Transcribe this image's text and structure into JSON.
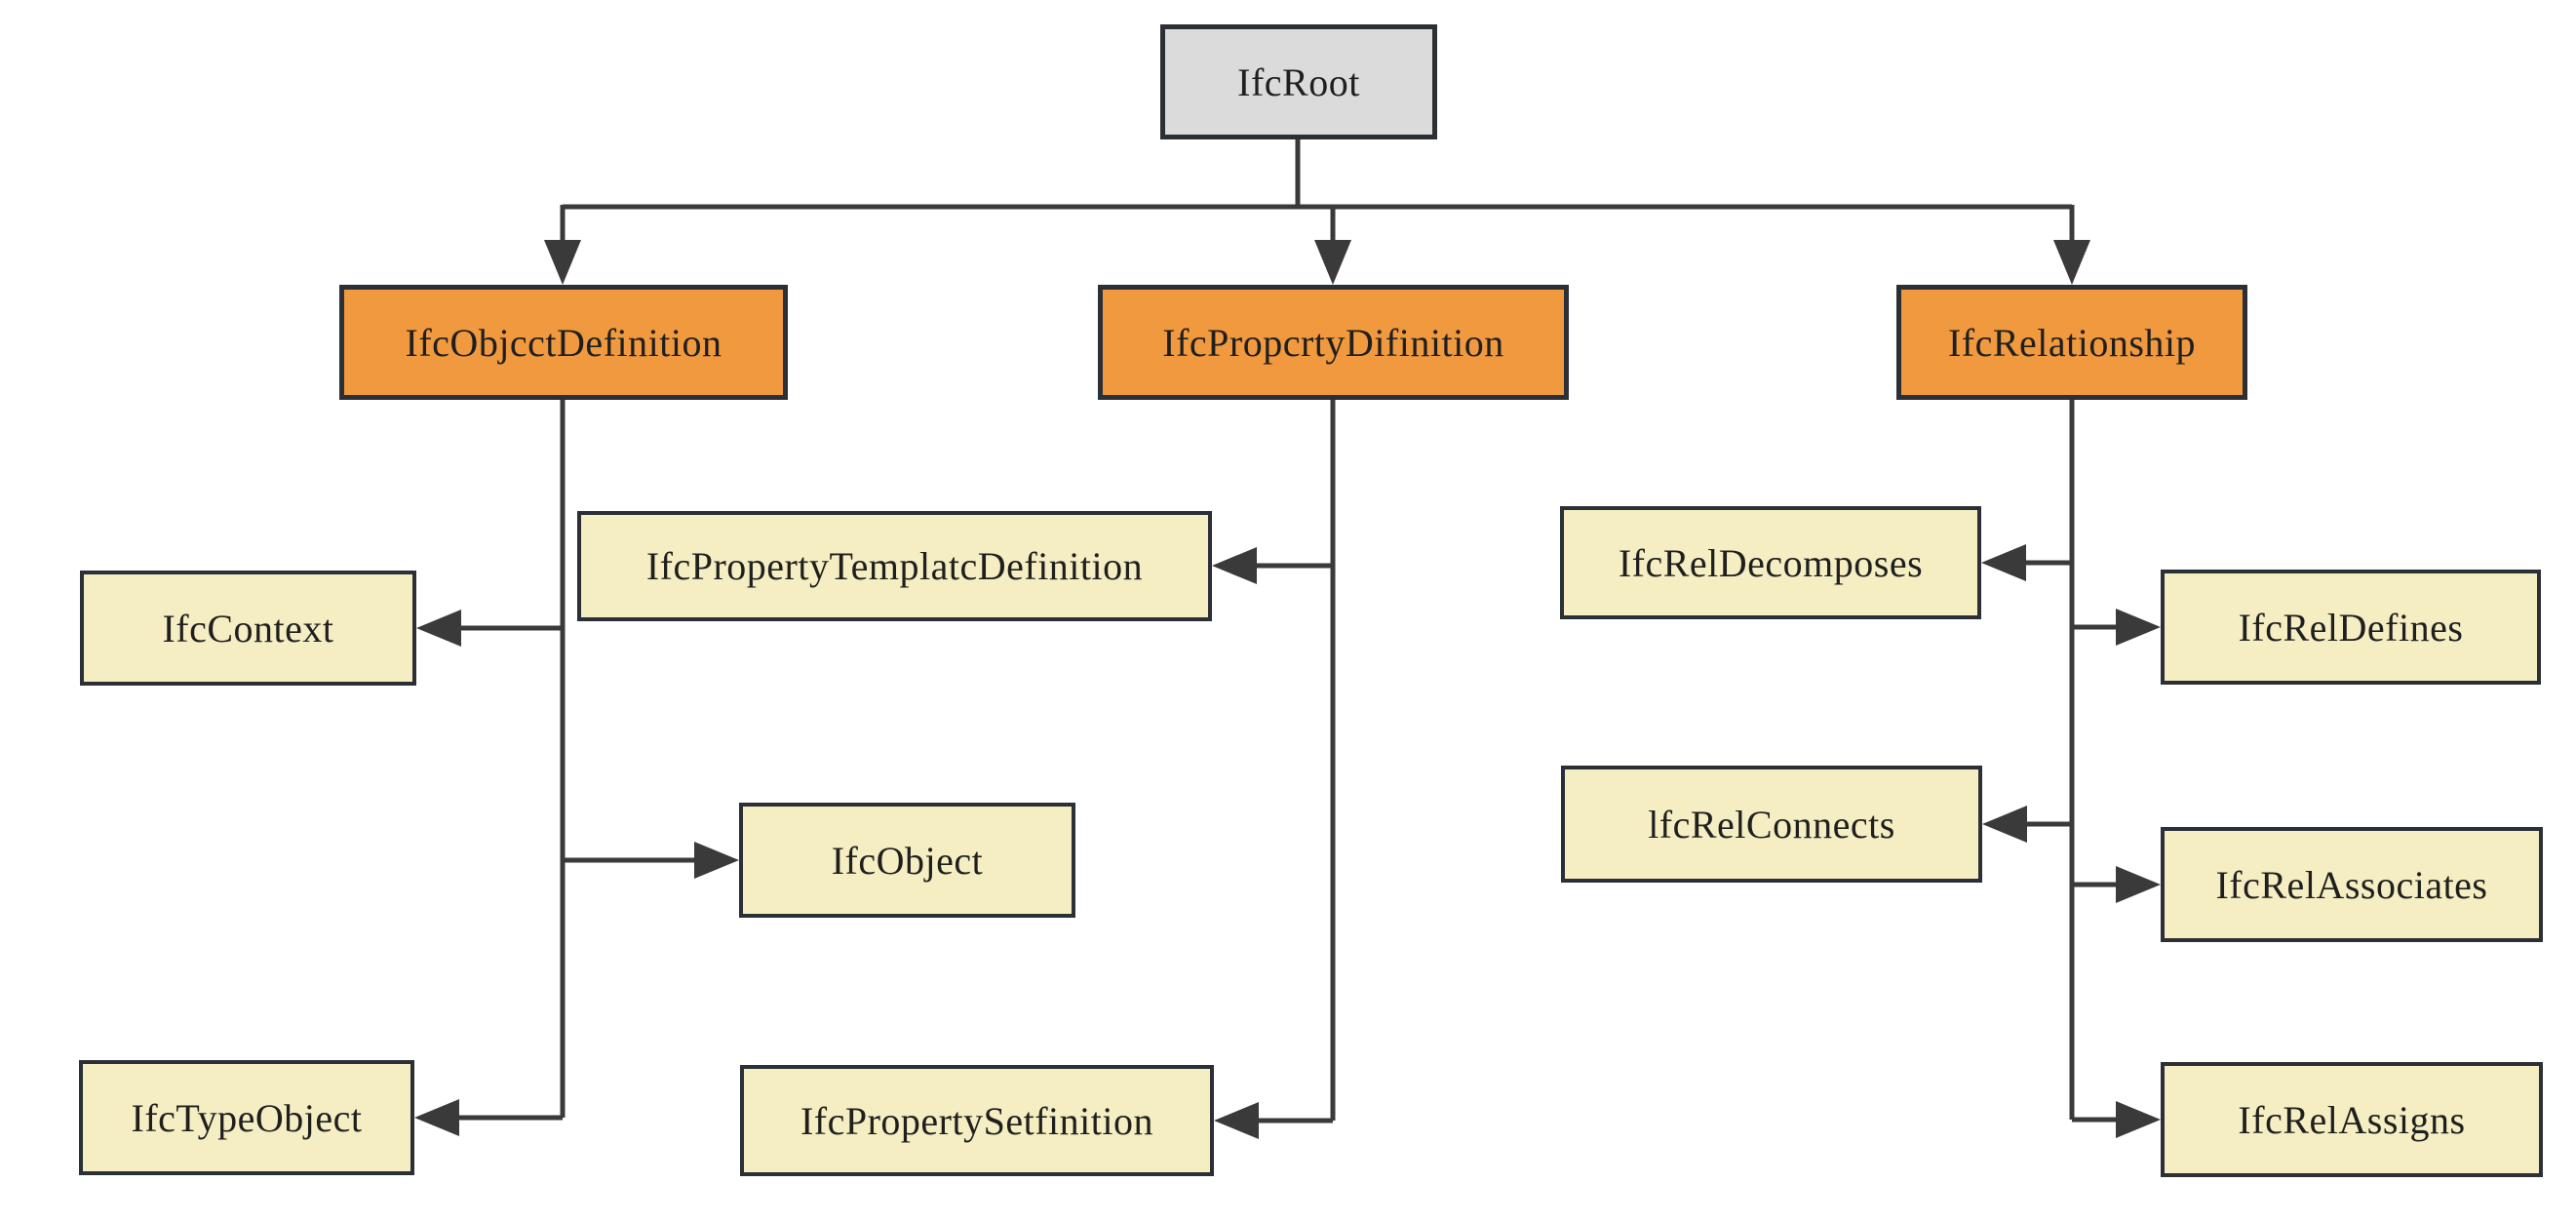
{
  "nodes": {
    "root": {
      "label": "IfcRoot"
    },
    "objdef": {
      "label": "IfcObjcctDefinition"
    },
    "propdef": {
      "label": "IfcPropcrtyDifinition"
    },
    "rel": {
      "label": "IfcRelationship"
    },
    "context": {
      "label": "IfcContext"
    },
    "object": {
      "label": "IfcObject"
    },
    "typeobject": {
      "label": "IfcTypeObject"
    },
    "proptemplate": {
      "label": "IfcPropertyTemplatcDefinition"
    },
    "propset": {
      "label": "IfcPropertySetfinition"
    },
    "reldecomposes": {
      "label": "IfcRelDecomposes"
    },
    "relconnects": {
      "label": "lfcRelConnects"
    },
    "reldefines": {
      "label": "IfcRelDefines"
    },
    "relassociates": {
      "label": "IfcRelAssociates"
    },
    "relassigns": {
      "label": "IfcRelAssigns"
    }
  },
  "colors": {
    "root_fill": "#dbdbdb",
    "branch_fill": "#f0993e",
    "leaf_fill": "#f5eec3",
    "border": "#2b2f36",
    "connector": "#3a3a3a"
  }
}
